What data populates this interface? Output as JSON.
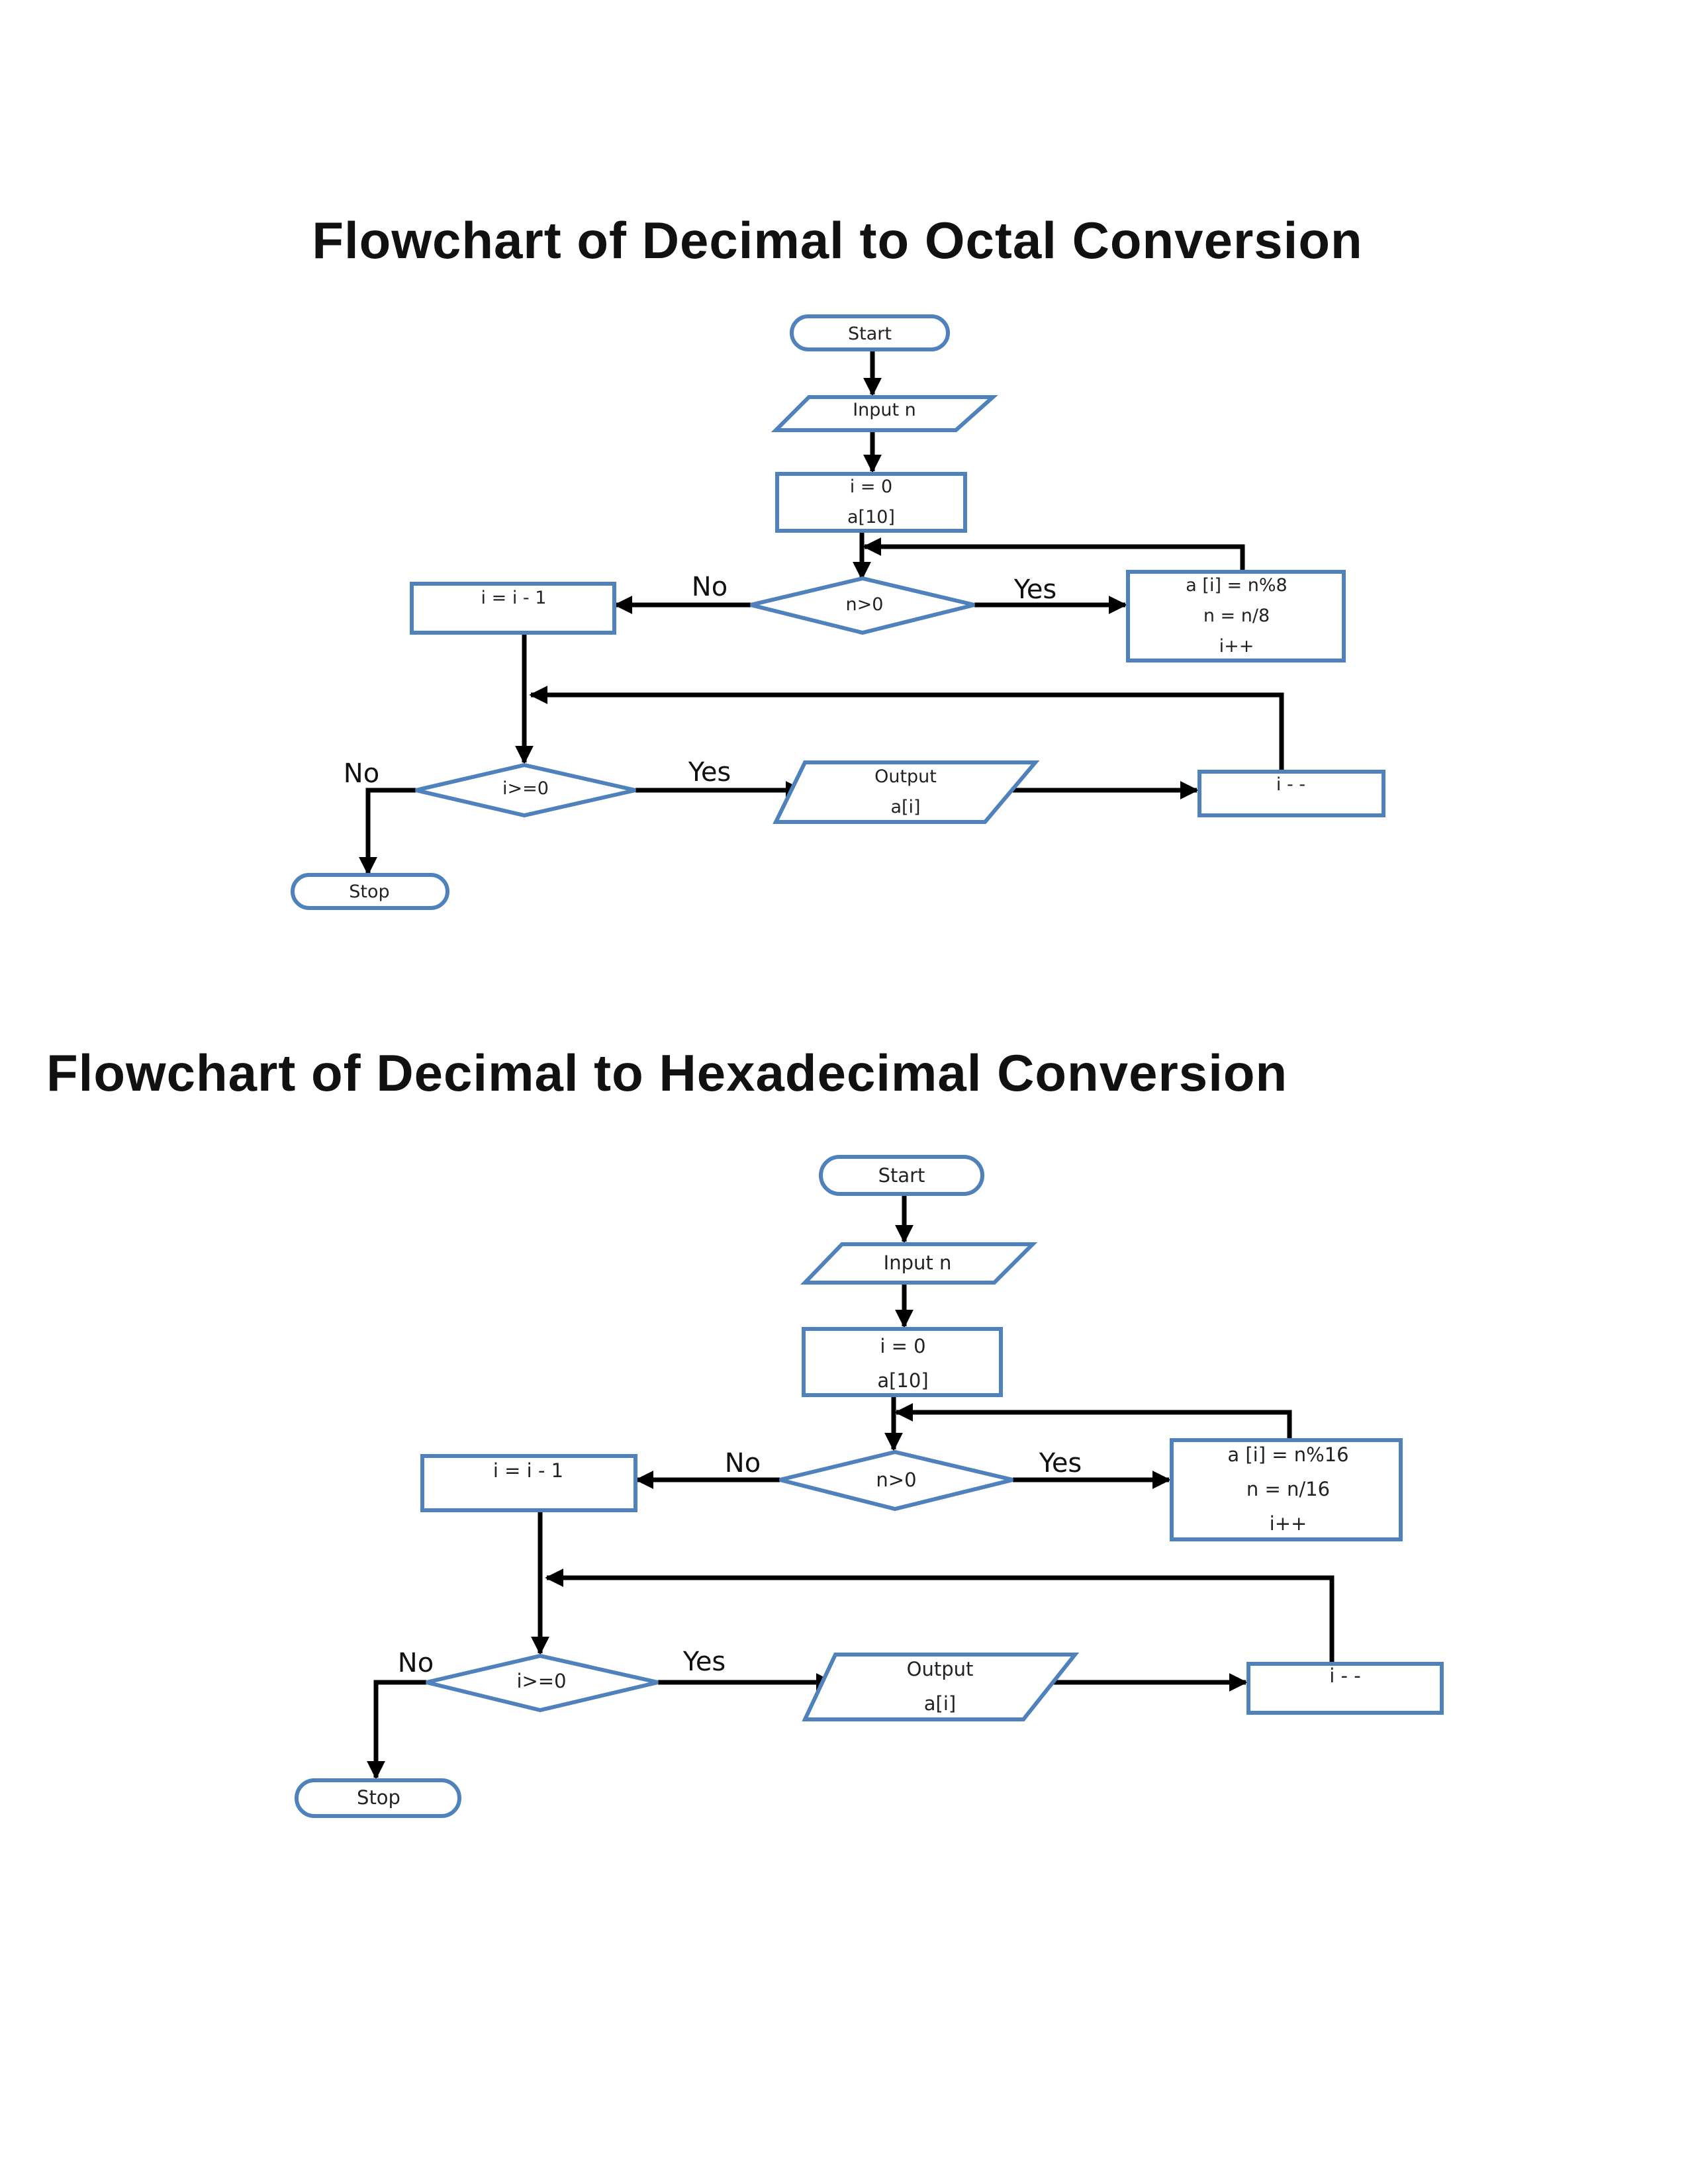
{
  "charts": [
    {
      "title": "Flowchart of Decimal to Octal Conversion",
      "start": "Start",
      "input": "Input n",
      "init": [
        "i = 0",
        "a[10]"
      ],
      "cond1": "n>0",
      "branch_no": "No",
      "branch_yes": "Yes",
      "body": [
        "a [i] = n%8",
        "n = n/8",
        "i++"
      ],
      "dec": "i = i - 1",
      "cond2": "i>=0",
      "output": [
        "Output",
        "a[i]"
      ],
      "decr": "i - -",
      "stop": "Stop"
    },
    {
      "title": "Flowchart of Decimal to Hexadecimal Conversion",
      "start": "Start",
      "input": "Input n",
      "init": [
        "i = 0",
        "a[10]"
      ],
      "cond1": "n>0",
      "branch_no": "No",
      "branch_yes": "Yes",
      "body": [
        "a [i] = n%16",
        "n = n/16",
        "i++"
      ],
      "dec": "i = i - 1",
      "cond2": "i>=0",
      "output": [
        "Output",
        "a[i]"
      ],
      "decr": "i - -",
      "stop": "Stop"
    }
  ]
}
